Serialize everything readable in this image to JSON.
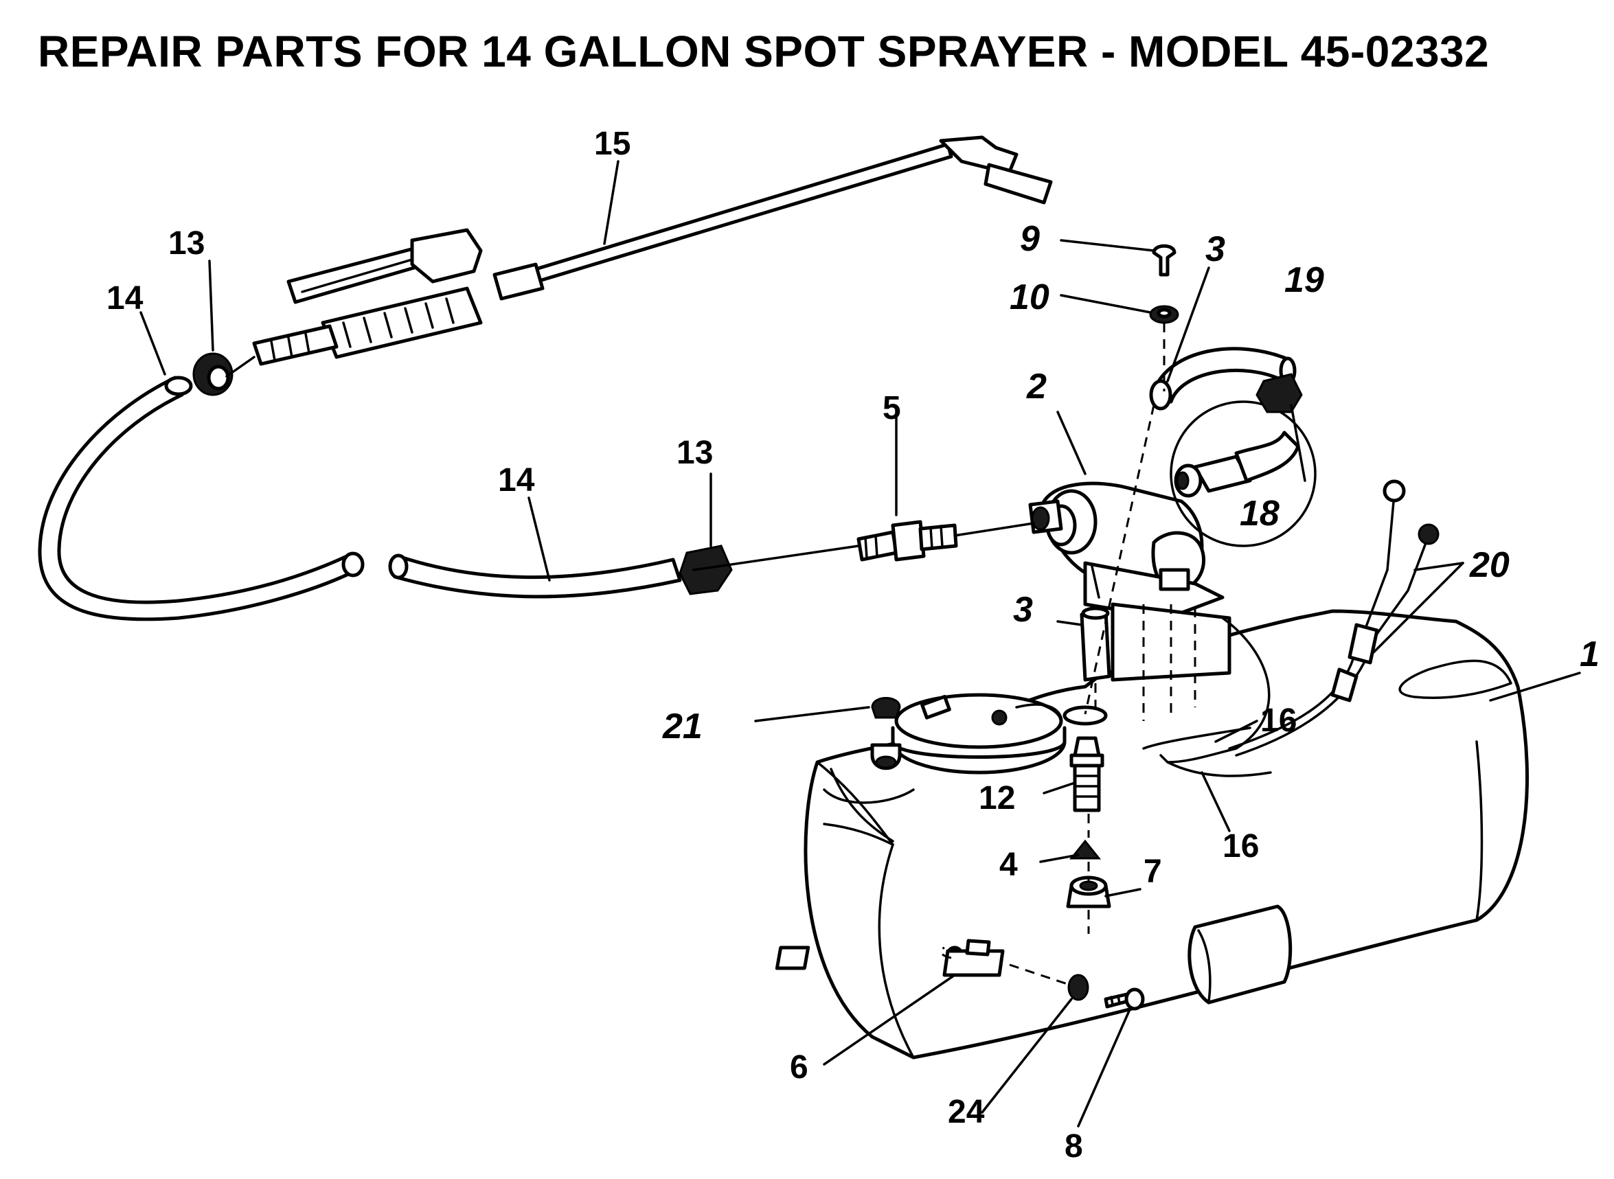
{
  "title": "REPAIR PARTS FOR 14 GALLON SPOT SPRAYER - MODEL 45-02332",
  "callouts": {
    "c1": "1",
    "c2": "2",
    "c3a": "3",
    "c3b": "3",
    "c4": "4",
    "c5": "5",
    "c6": "6",
    "c7": "7",
    "c8": "8",
    "c9": "9",
    "c10": "10",
    "c12": "12",
    "c13a": "13",
    "c13b": "13",
    "c14a": "14",
    "c14b": "14",
    "c15": "15",
    "c16a": "16",
    "c16b": "16",
    "c18": "18",
    "c19": "19",
    "c20": "20",
    "c21": "21",
    "c24": "24"
  }
}
